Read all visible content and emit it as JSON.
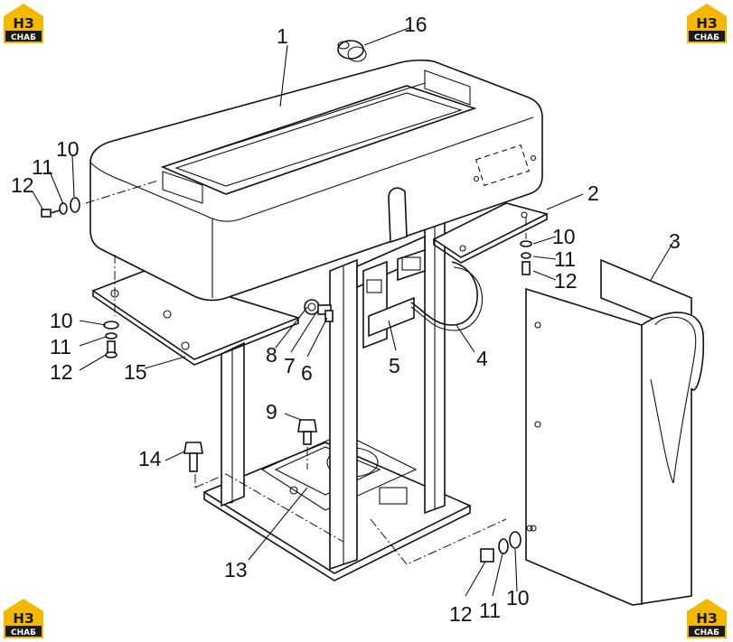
{
  "logo": {
    "mark": "НЗ",
    "sub": "СНАБ",
    "color_yellow": "#f3b800",
    "color_dark": "#1a1a1a"
  },
  "callouts": [
    "1",
    "2",
    "3",
    "4",
    "5",
    "6",
    "7",
    "8",
    "9",
    "10",
    "11",
    "12",
    "13",
    "14",
    "15",
    "16"
  ]
}
